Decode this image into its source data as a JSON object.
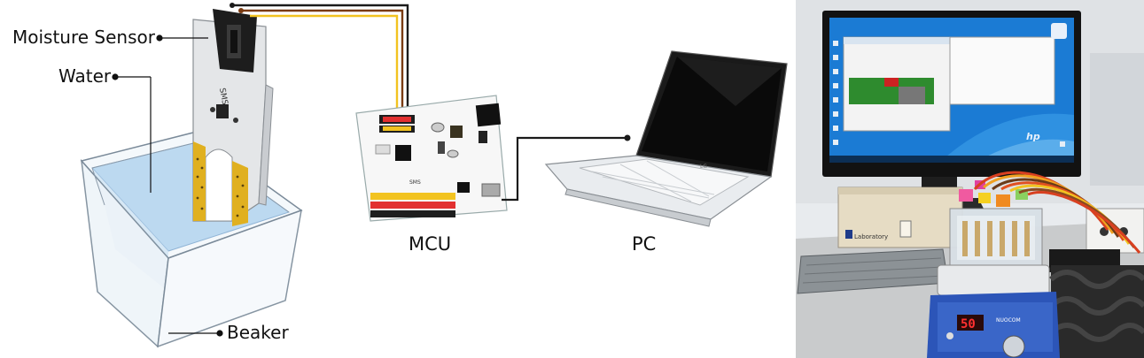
{
  "diagram": {
    "labels": {
      "moisture_sensor": "Moisture Sensor",
      "water": "Water",
      "beaker": "Beaker",
      "mcu": "MCU",
      "pc": "PC"
    },
    "sensor_board_text": "SMS",
    "laptop_brand": "LG",
    "board_text": "SMS"
  },
  "photo": {
    "monitor_brand": "hp",
    "stirrer_display": "50",
    "stirrer_label": "NUOCOM",
    "equipment_label": "Laboratory"
  },
  "colors": {
    "water": "#bcd9f0",
    "sensor_gold": "#e0b020",
    "wire_brown": "#7a3b12",
    "wire_yellow": "#f2c320",
    "wire_black": "#1a1a1a",
    "desktop_blue": "#1b7bd4",
    "stirrer_blue": "#2c55b8"
  }
}
